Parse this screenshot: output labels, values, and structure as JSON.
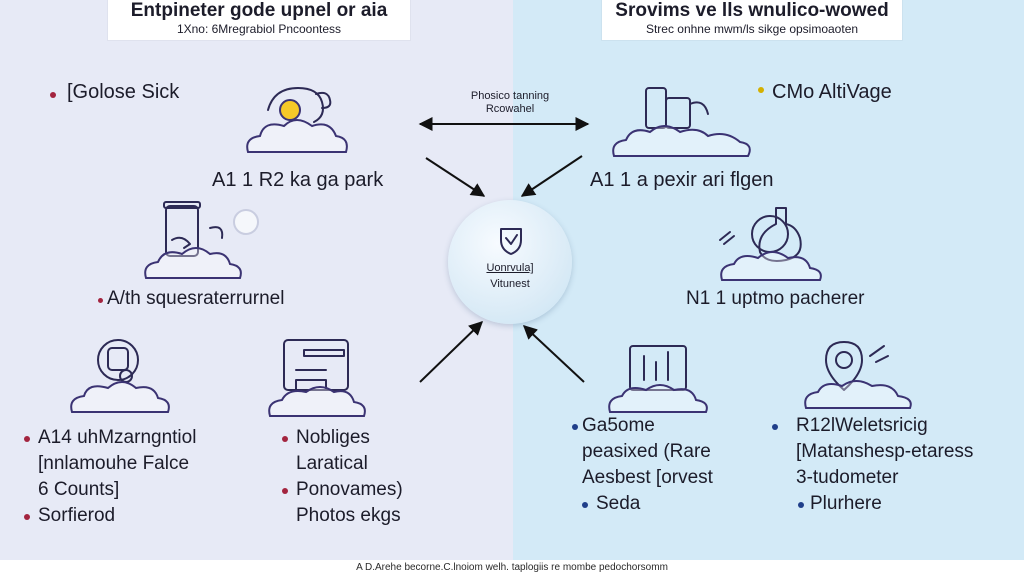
{
  "colors": {
    "left_panel": "#e7eaf6",
    "right_panel": "#d3eaf7",
    "bullet_red": "#a3243f",
    "bullet_blue": "#1f3f8a",
    "bullet_yellow": "#d4b000",
    "sun_yellow": "#f6c928"
  },
  "left": {
    "title": "Entpineter gode upnel or aia",
    "subtitle": "1Xno: 6Mregrabiol Pncoontess",
    "item1": "[Golose Sick",
    "caption1": "A1 1 R2 ka ga park",
    "caption2": "A/th squesraterrurnel",
    "list1": [
      "A14 uhMzarngntiol",
      "[nnlamouhe Falce",
      "6 Counts]",
      "Sorfierod"
    ],
    "list2": [
      "Nobliges",
      "Laratical",
      "Ponovames)",
      "Photos ekgs"
    ]
  },
  "right": {
    "title": "Srovims ve lls wnulico-wowed",
    "subtitle": "Strec onhne mwm/ls sikge opsimoaoten",
    "item1": "CMo AltiVage",
    "caption1": "A1 1 a pexir ari flgen",
    "caption2": "N1 1 uptmo pacherer",
    "list1": [
      "Ga5ome",
      "peasixed (Rare",
      "Aesbest [orvest",
      "Seda"
    ],
    "list2": [
      "R12lWeletsricig",
      "[Matanshesp-etaress",
      "3-tudometer",
      "Plurhere"
    ]
  },
  "center": {
    "note_line1": "Phosico tanning",
    "note_line2": "Rcowahel",
    "label1": "Uonrvula]",
    "label2": "Vitunest"
  },
  "footer": "A D.Arehe becorne.C.lnoiom welh. taplogiis re mombe pedochorsomm"
}
